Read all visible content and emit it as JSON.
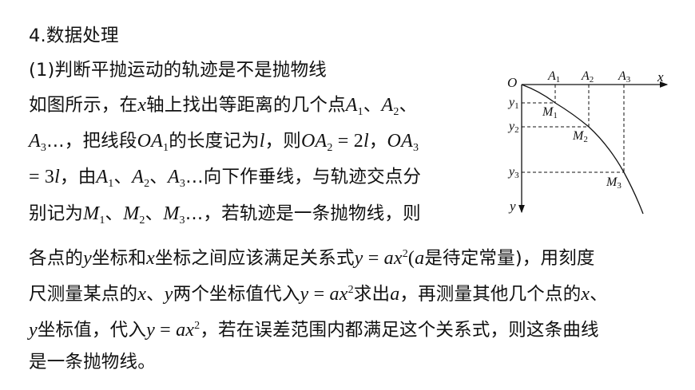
{
  "section_title": "4.数据处理",
  "subsection_title": "(1)判断平抛运动的轨迹是不是抛物线",
  "paragraph": {
    "l1": {
      "a": "如图所示，在",
      "x": "x",
      "b": "轴上找出等距离的几个点",
      "A": "A",
      "s1": "1",
      "sep": "、",
      "s2": "2",
      "c": "、"
    },
    "l2": {
      "A": "A",
      "s3": "3",
      "a": "…，把线段",
      "OA": "OA",
      "s1": "1",
      "b": "的长度记为",
      "l": "l",
      "c": "，则",
      "s2": "2",
      "eq": " = 2",
      "d": "，",
      "s3b": "3"
    },
    "l3": {
      "eq": "= 3",
      "l": "l",
      "a": "，由",
      "A": "A",
      "s1": "1",
      "sep": "、",
      "s2": "2",
      "s3": "3",
      "b": "…向下作垂线，与轨迹交点分"
    },
    "l4": {
      "a": "别记为",
      "M": "M",
      "s1": "1",
      "sep": "、",
      "s2": "2",
      "s3": "3",
      "b": "…，若轨迹是一条抛物线，则"
    },
    "l5": {
      "a": "各点的",
      "y": "y",
      "b": "坐标和",
      "x": "x",
      "c": "坐标之间应该满足关系式",
      "eq": " = ",
      "ax": "ax",
      "sq": "2",
      "p": "(",
      "av": "a",
      "d": "是待定常量)，用刻度"
    },
    "l6": {
      "a": "尺测量某点的",
      "x": "x",
      "sep": "、",
      "y": "y",
      "b": "两个坐标值代入",
      "eq": " = ",
      "ax": "ax",
      "sq": "2",
      "c": "求出",
      "av": "a",
      "d": "，再测量其他几个点的",
      "e": "、"
    },
    "l7": {
      "y": "y",
      "a": "坐标值，代入",
      "eq": " = ",
      "ax": "ax",
      "sq": "2",
      "b": "，若在误差范围内都满足这个关系式，则这条曲线"
    },
    "l8": {
      "a": "是一条抛物线。"
    }
  },
  "diagram": {
    "origin_label": "O",
    "x_axis_label": "x",
    "y_axis_label": "y",
    "x_points": [
      {
        "name": "A",
        "sub": "1"
      },
      {
        "name": "A",
        "sub": "2"
      },
      {
        "name": "A",
        "sub": "3"
      }
    ],
    "y_points": [
      {
        "name": "y",
        "sub": "1"
      },
      {
        "name": "y",
        "sub": "2"
      },
      {
        "name": "y",
        "sub": "3"
      }
    ],
    "curve_points": [
      {
        "name": "M",
        "sub": "1"
      },
      {
        "name": "M",
        "sub": "2"
      },
      {
        "name": "M",
        "sub": "3"
      }
    ]
  }
}
